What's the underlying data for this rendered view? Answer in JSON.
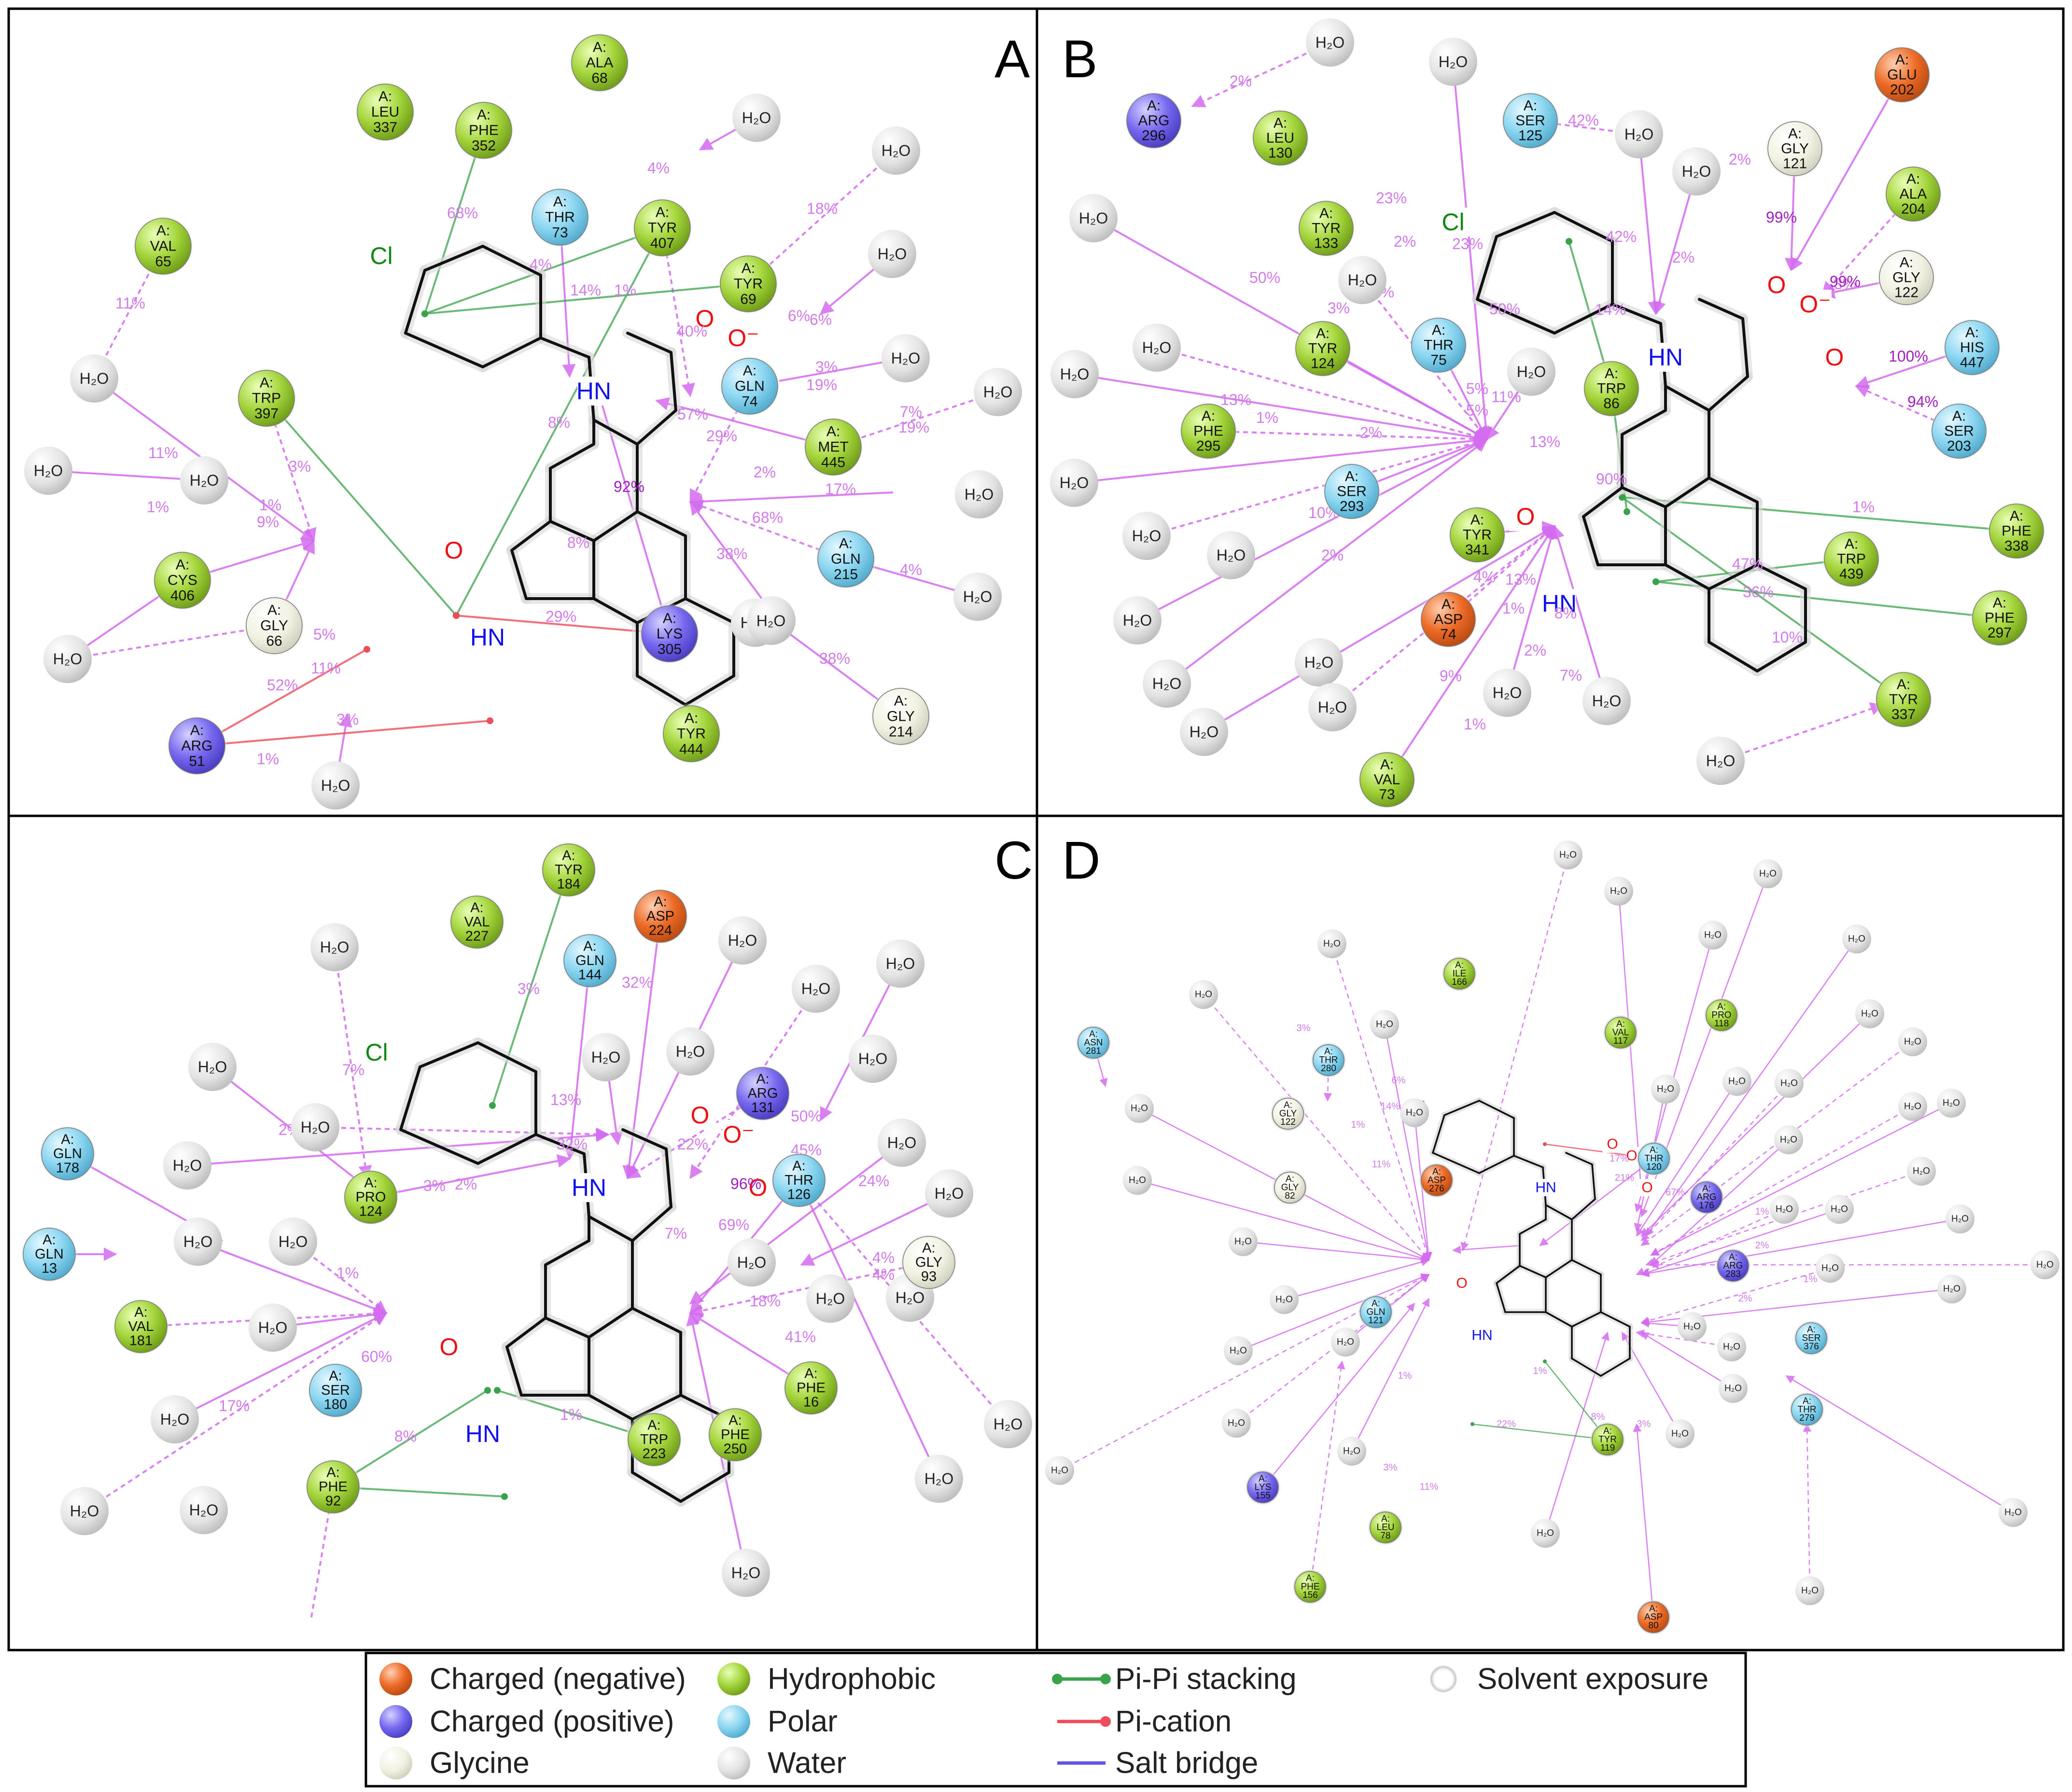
{
  "panels": [
    {
      "label": "A",
      "residues": [
        {
          "chain": "A:",
          "name": "ALA",
          "num": "68",
          "type": "hydrophobic"
        },
        {
          "chain": "A:",
          "name": "LEU",
          "num": "337",
          "type": "hydrophobic"
        },
        {
          "chain": "A:",
          "name": "PHE",
          "num": "352",
          "type": "hydrophobic"
        },
        {
          "chain": "A:",
          "name": "THR",
          "num": "73",
          "type": "polar"
        },
        {
          "chain": "A:",
          "name": "TYR",
          "num": "407",
          "type": "hydrophobic"
        },
        {
          "chain": "A:",
          "name": "VAL",
          "num": "65",
          "type": "hydrophobic"
        },
        {
          "chain": "A:",
          "name": "TYR",
          "num": "69",
          "type": "hydrophobic"
        },
        {
          "chain": "A:",
          "name": "GLN",
          "num": "74",
          "type": "polar"
        },
        {
          "chain": "A:",
          "name": "TRP",
          "num": "397",
          "type": "hydrophobic"
        },
        {
          "chain": "A:",
          "name": "MET",
          "num": "445",
          "type": "hydrophobic"
        },
        {
          "chain": "A:",
          "name": "GLN",
          "num": "215",
          "type": "polar"
        },
        {
          "chain": "A:",
          "name": "CYS",
          "num": "406",
          "type": "hydrophobic"
        },
        {
          "chain": "A:",
          "name": "GLY",
          "num": "66",
          "type": "glycine"
        },
        {
          "chain": "A:",
          "name": "LYS",
          "num": "305",
          "type": "positive"
        },
        {
          "chain": "A:",
          "name": "ARG",
          "num": "51",
          "type": "positive"
        },
        {
          "chain": "A:",
          "name": "TYR",
          "num": "444",
          "type": "hydrophobic"
        },
        {
          "chain": "A:",
          "name": "GLY",
          "num": "214",
          "type": "glycine"
        }
      ],
      "waters": [
        "H₂O",
        "H₂O",
        "H₂O",
        "H₂O",
        "H₂O",
        "H₂O",
        "H₂O",
        "H₂O",
        "H₂O",
        "H₂O",
        "H₂O",
        "H₂O",
        "H₂O",
        "H₂O",
        "H₂O"
      ],
      "percentages": [
        "68%",
        "4%",
        "14%",
        "1%",
        "18%",
        "11%",
        "4%",
        "40%",
        "6%",
        "6%",
        "3%",
        "19%",
        "92%",
        "8%",
        "7%",
        "19%",
        "17%",
        "2%",
        "3%",
        "68%",
        "4%",
        "11%",
        "1%",
        "1%",
        "9%",
        "8%",
        "5%",
        "29%",
        "52%",
        "11%",
        "3%",
        "1%",
        "38%",
        "38%",
        "29%",
        "57%"
      ]
    },
    {
      "label": "B",
      "residues": [
        {
          "chain": "A:",
          "name": "ARG",
          "num": "296",
          "type": "positive"
        },
        {
          "chain": "A:",
          "name": "LEU",
          "num": "130",
          "type": "hydrophobic"
        },
        {
          "chain": "A:",
          "name": "SER",
          "num": "125",
          "type": "polar"
        },
        {
          "chain": "A:",
          "name": "GLY",
          "num": "121",
          "type": "glycine"
        },
        {
          "chain": "A:",
          "name": "GLU",
          "num": "202",
          "type": "negative"
        },
        {
          "chain": "A:",
          "name": "ALA",
          "num": "204",
          "type": "hydrophobic"
        },
        {
          "chain": "A:",
          "name": "TYR",
          "num": "133",
          "type": "hydrophobic"
        },
        {
          "chain": "A:",
          "name": "GLY",
          "num": "122",
          "type": "glycine"
        },
        {
          "chain": "A:",
          "name": "HIS",
          "num": "447",
          "type": "polar"
        },
        {
          "chain": "A:",
          "name": "THR",
          "num": "75",
          "type": "polar"
        },
        {
          "chain": "A:",
          "name": "TYR",
          "num": "124",
          "type": "hydrophobic"
        },
        {
          "chain": "A:",
          "name": "TRP",
          "num": "86",
          "type": "hydrophobic"
        },
        {
          "chain": "A:",
          "name": "SER",
          "num": "203",
          "type": "polar"
        },
        {
          "chain": "A:",
          "name": "PHE",
          "num": "295",
          "type": "hydrophobic"
        },
        {
          "chain": "A:",
          "name": "SER",
          "num": "293",
          "type": "polar"
        },
        {
          "chain": "A:",
          "name": "TYR",
          "num": "341",
          "type": "hydrophobic"
        },
        {
          "chain": "A:",
          "name": "PHE",
          "num": "338",
          "type": "hydrophobic"
        },
        {
          "chain": "A:",
          "name": "TRP",
          "num": "439",
          "type": "hydrophobic"
        },
        {
          "chain": "A:",
          "name": "ASP",
          "num": "74",
          "type": "negative"
        },
        {
          "chain": "A:",
          "name": "PHE",
          "num": "297",
          "type": "hydrophobic"
        },
        {
          "chain": "A:",
          "name": "TYR",
          "num": "337",
          "type": "hydrophobic"
        },
        {
          "chain": "A:",
          "name": "VAL",
          "num": "73",
          "type": "hydrophobic"
        }
      ],
      "waters": [
        "H₂O",
        "H₂O",
        "H₂O",
        "H₂O",
        "H₂O",
        "H₂O",
        "H₂O",
        "H₂O",
        "H₂O",
        "H₂O",
        "H₂O",
        "H₂O",
        "H₂O",
        "H₂O",
        "H₂O",
        "H₂O",
        "H₂O",
        "H₂O",
        "H₂O",
        "H₂O"
      ],
      "percentages": [
        "2%",
        "42%",
        "2%",
        "99%",
        "3%",
        "99%",
        "100%",
        "94%",
        "23%",
        "23%",
        "2%",
        "42%",
        "2%",
        "50%",
        "50%",
        "14%",
        "3%",
        "6%",
        "5%",
        "11%",
        "13%",
        "1%",
        "2%",
        "5%",
        "90%",
        "13%",
        "1%",
        "47%",
        "36%",
        "10%",
        "10%",
        "2%",
        "4%",
        "1%",
        "2%",
        "7%",
        "8%",
        "9%",
        "1%",
        "13%"
      ]
    },
    {
      "label": "C",
      "residues": [
        {
          "chain": "A:",
          "name": "TYR",
          "num": "184",
          "type": "hydrophobic"
        },
        {
          "chain": "A:",
          "name": "VAL",
          "num": "227",
          "type": "hydrophobic"
        },
        {
          "chain": "A:",
          "name": "ASP",
          "num": "224",
          "type": "negative"
        },
        {
          "chain": "A:",
          "name": "GLN",
          "num": "144",
          "type": "polar"
        },
        {
          "chain": "A:",
          "name": "ARG",
          "num": "131",
          "type": "positive"
        },
        {
          "chain": "A:",
          "name": "GLN",
          "num": "178",
          "type": "polar"
        },
        {
          "chain": "A:",
          "name": "PRO",
          "num": "124",
          "type": "hydrophobic"
        },
        {
          "chain": "A:",
          "name": "THR",
          "num": "126",
          "type": "polar"
        },
        {
          "chain": "A:",
          "name": "GLN",
          "num": "13",
          "type": "polar"
        },
        {
          "chain": "A:",
          "name": "GLY",
          "num": "93",
          "type": "glycine"
        },
        {
          "chain": "A:",
          "name": "VAL",
          "num": "181",
          "type": "hydrophobic"
        },
        {
          "chain": "A:",
          "name": "SER",
          "num": "180",
          "type": "polar"
        },
        {
          "chain": "A:",
          "name": "PHE",
          "num": "16",
          "type": "hydrophobic"
        },
        {
          "chain": "A:",
          "name": "TRP",
          "num": "223",
          "type": "hydrophobic"
        },
        {
          "chain": "A:",
          "name": "PHE",
          "num": "250",
          "type": "hydrophobic"
        },
        {
          "chain": "A:",
          "name": "PHE",
          "num": "92",
          "type": "hydrophobic"
        }
      ],
      "waters": [
        "H₂O",
        "H₂O",
        "H₂O",
        "H₂O",
        "H₂O",
        "H₂O",
        "H₂O",
        "H₂O",
        "H₂O",
        "H₂O",
        "H₂O",
        "H₂O",
        "H₂O",
        "H₂O",
        "H₂O",
        "H₂O",
        "H₂O",
        "H₂O",
        "H₂O",
        "H₂O",
        "H₂O",
        "H₂O",
        "H₂O",
        "H₂O"
      ],
      "percentages": [
        "3%",
        "32%",
        "13%",
        "32%",
        "7%",
        "2%",
        "96%",
        "69%",
        "45%",
        "50%",
        "22%",
        "24%",
        "60%",
        "17%",
        "41%",
        "18%",
        "4%",
        "8%",
        "4%",
        "1%",
        "2%",
        "3%",
        "1%",
        "7%"
      ]
    },
    {
      "label": "D",
      "residues": [
        {
          "chain": "A:",
          "name": "ASN",
          "num": "281",
          "type": "polar"
        },
        {
          "chain": "A:",
          "name": "ILE",
          "num": "166",
          "type": "hydrophobic"
        },
        {
          "chain": "A:",
          "name": "THR",
          "num": "280",
          "type": "polar"
        },
        {
          "chain": "A:",
          "name": "VAL",
          "num": "117",
          "type": "hydrophobic"
        },
        {
          "chain": "A:",
          "name": "PRO",
          "num": "118",
          "type": "hydrophobic"
        },
        {
          "chain": "A:",
          "name": "GLY",
          "num": "122",
          "type": "glycine"
        },
        {
          "chain": "A:",
          "name": "THR",
          "num": "120",
          "type": "polar"
        },
        {
          "chain": "A:",
          "name": "ASP",
          "num": "276",
          "type": "negative"
        },
        {
          "chain": "A:",
          "name": "GLY",
          "num": "82",
          "type": "glycine"
        },
        {
          "chain": "A:",
          "name": "ARG",
          "num": "176",
          "type": "positive"
        },
        {
          "chain": "A:",
          "name": "ARG",
          "num": "283",
          "type": "positive"
        },
        {
          "chain": "A:",
          "name": "GLN",
          "num": "121",
          "type": "polar"
        },
        {
          "chain": "A:",
          "name": "SER",
          "num": "376",
          "type": "polar"
        },
        {
          "chain": "A:",
          "name": "THR",
          "num": "279",
          "type": "polar"
        },
        {
          "chain": "A:",
          "name": "TYR",
          "num": "119",
          "type": "hydrophobic"
        },
        {
          "chain": "A:",
          "name": "LYS",
          "num": "155",
          "type": "positive"
        },
        {
          "chain": "A:",
          "name": "LEU",
          "num": "78",
          "type": "hydrophobic"
        },
        {
          "chain": "A:",
          "name": "PHE",
          "num": "156",
          "type": "hydrophobic"
        },
        {
          "chain": "A:",
          "name": "ASP",
          "num": "80",
          "type": "negative"
        }
      ],
      "waters": [
        "H₂O",
        "H₂O",
        "H₂O",
        "H₂O",
        "H₂O",
        "H₂O",
        "H₂O",
        "H₂O",
        "H₂O",
        "H₂O",
        "H₂O",
        "H₂O",
        "H₂O",
        "H₂O",
        "H₂O",
        "H₂O",
        "H₂O",
        "H₂O",
        "H₂O",
        "H₂O",
        "H₂O",
        "H₂O",
        "H₂O",
        "H₂O",
        "H₂O",
        "H₂O",
        "H₂O",
        "H₂O",
        "H₂O",
        "H₂O",
        "H₂O",
        "H₂O",
        "H₂O",
        "H₂O",
        "H₂O",
        "H₂O",
        "H₂O",
        "H₂O",
        "H₂O",
        "H₂O"
      ],
      "percentages": [
        "3%",
        "2%",
        "14%",
        "6%",
        "1%",
        "11%",
        "17%",
        "67%",
        "21%",
        "1%",
        "2%",
        "1%",
        "3%",
        "11%",
        "1%",
        "22%",
        "8%",
        "3%",
        "2%",
        "1%"
      ]
    }
  ],
  "ligand_atoms": {
    "cl": "Cl",
    "o": "O",
    "o_minus": "O⁻",
    "hn": "HN"
  },
  "legend": {
    "items": [
      {
        "label": "Charged (negative)",
        "swatch": "negative"
      },
      {
        "label": "Hydrophobic",
        "swatch": "hydrophobic"
      },
      {
        "label": "Pi-Pi stacking",
        "swatch": "pipi"
      },
      {
        "label": "Solvent exposure",
        "swatch": "solvent"
      },
      {
        "label": "Charged (positive)",
        "swatch": "positive"
      },
      {
        "label": "Polar",
        "swatch": "polar"
      },
      {
        "label": "Pi-cation",
        "swatch": "pication"
      },
      {
        "label": "Glycine",
        "swatch": "glycine"
      },
      {
        "label": "Water",
        "swatch": "water"
      },
      {
        "label": "Salt bridge",
        "swatch": "saltbridge"
      }
    ]
  },
  "colors": {
    "negative": "#e8661f",
    "positive": "#7b6ff0",
    "glycine": "#f3f3e4",
    "hydrophobic": "#a5d63b",
    "polar": "#8fd8f2",
    "water": "#e2e2e2",
    "hbond": "#d46bf0",
    "pipi": "#3aa24a",
    "pication": "#ef4c5a",
    "saltbridge": "#6054e8",
    "oxygen": "#ee1111",
    "nitrogen": "#1111ee",
    "chlorine": "#118811"
  }
}
